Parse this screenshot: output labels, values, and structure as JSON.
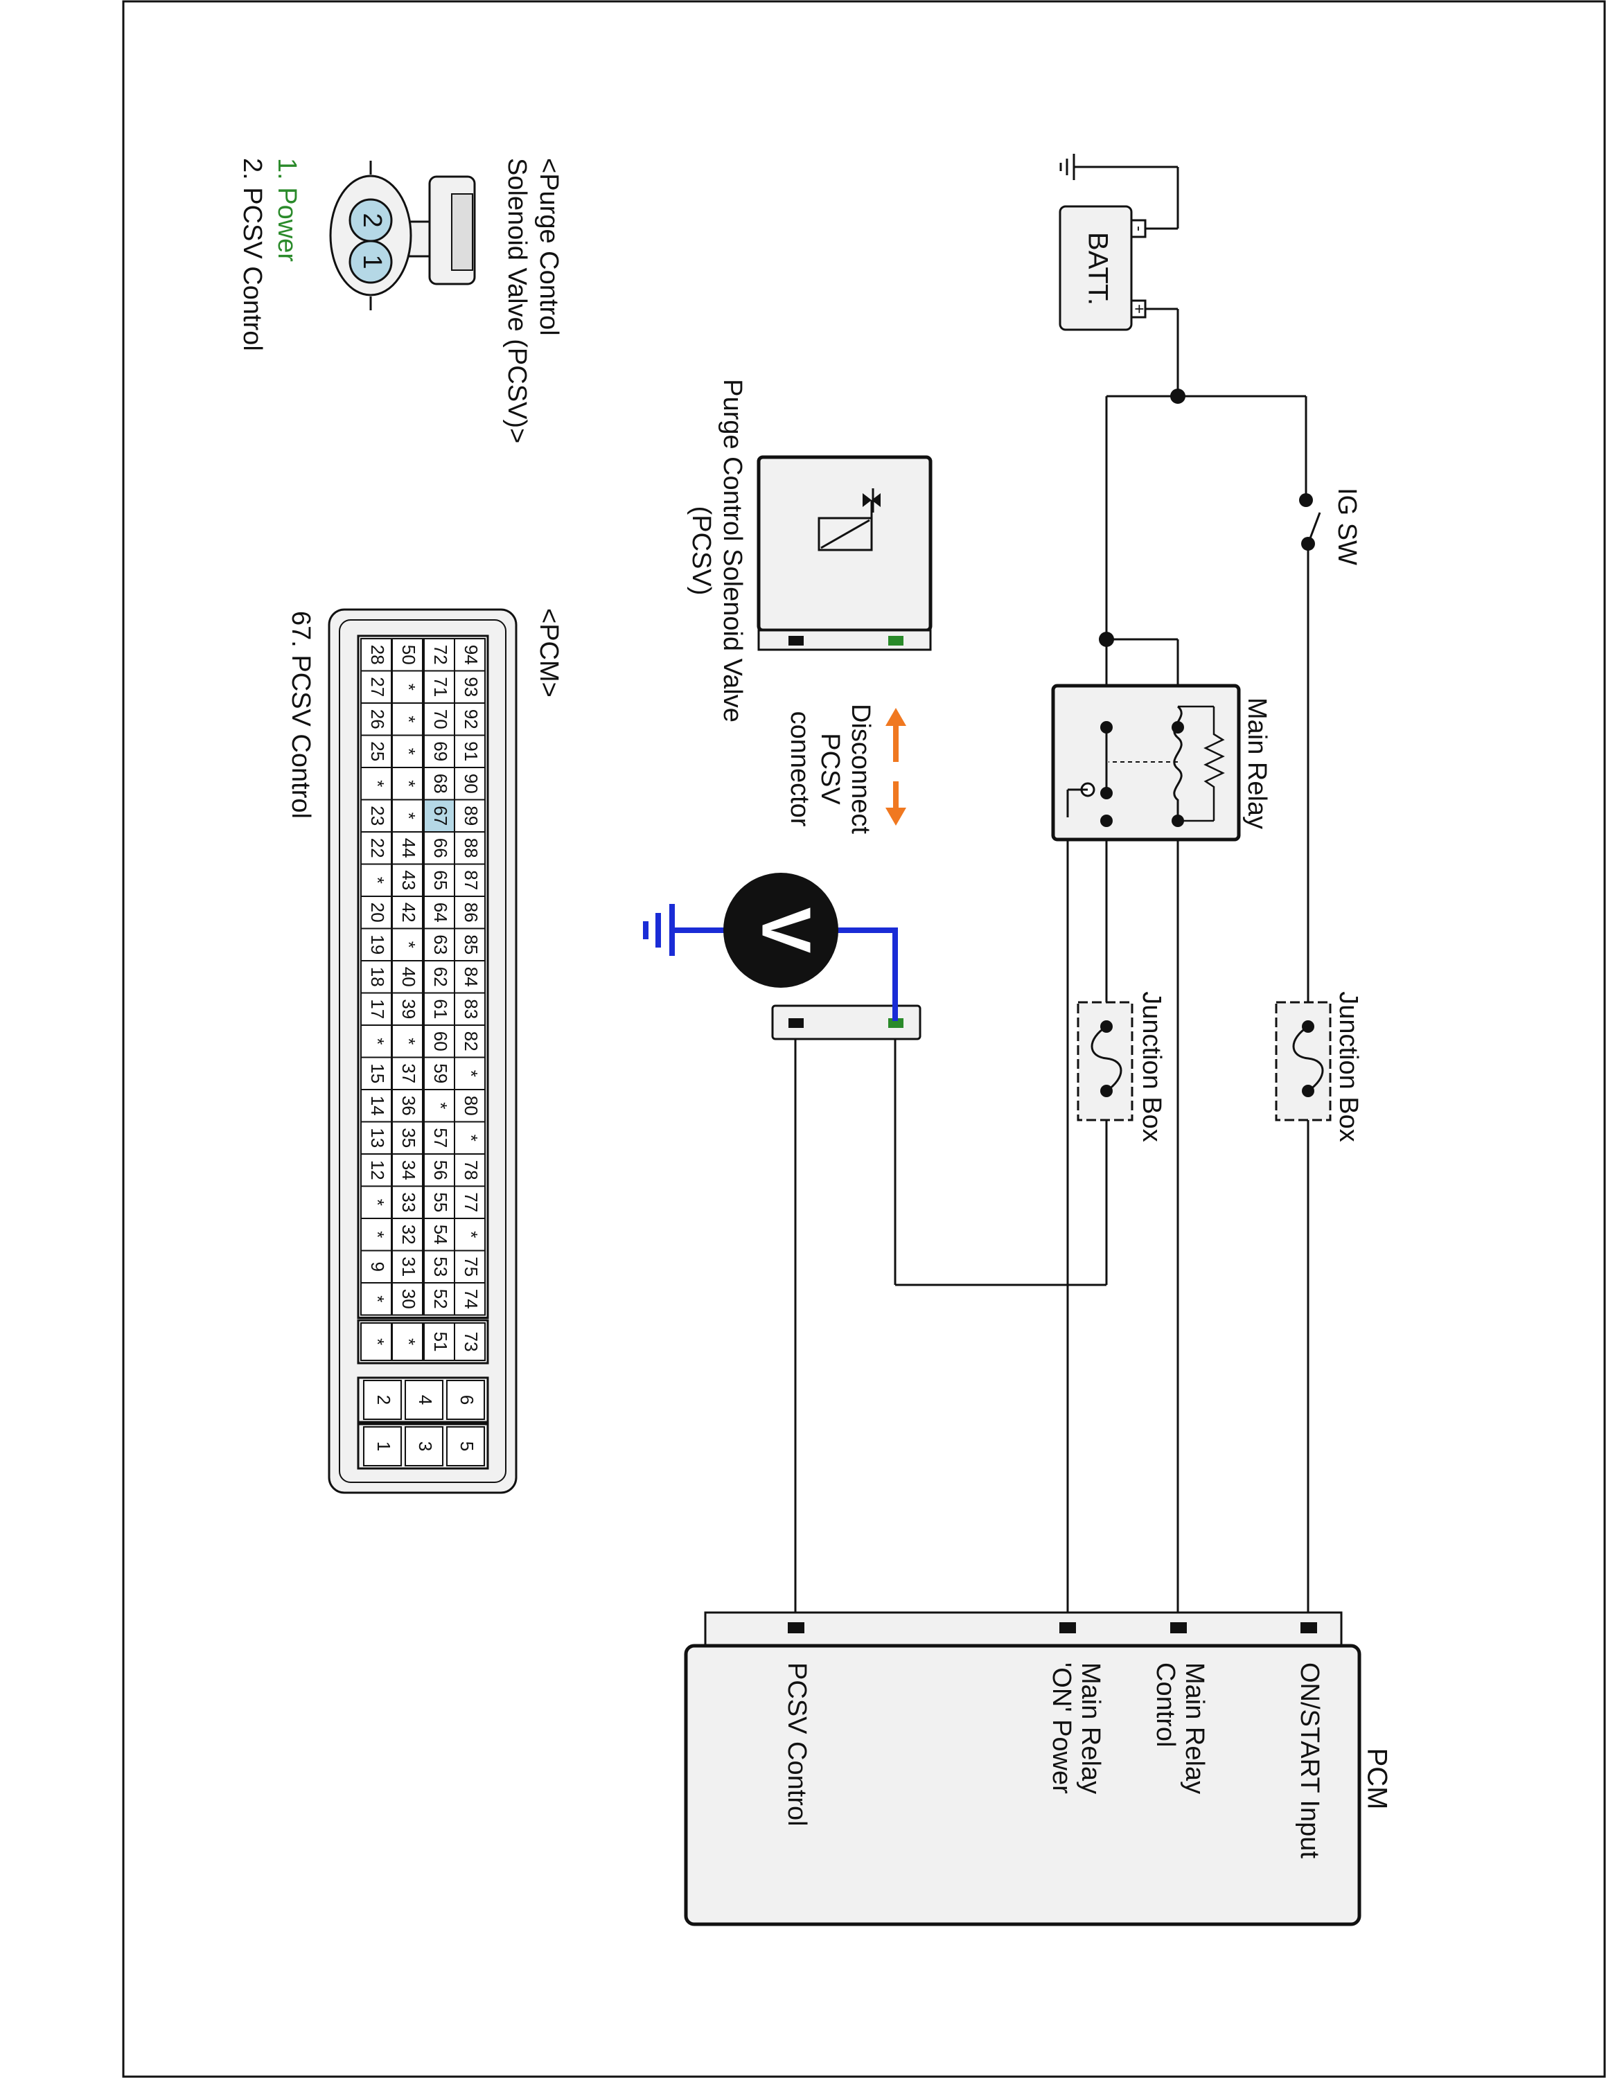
{
  "labels": {
    "batt": "BATT.",
    "batt_plus": "+",
    "batt_minus": "-",
    "ig_sw": "IG SW",
    "main_relay": "Main Relay",
    "junction_box_1": "Junction Box",
    "junction_box_2": "Junction Box",
    "disconnect_line1": "Disconnect",
    "disconnect_line2": "PCSV",
    "disconnect_line3": "connector",
    "pcsv_line1": "Purge Control Solenoid Valve",
    "pcsv_line2": "(PCSV)",
    "voltmeter": "V",
    "pcm_title": "PCM",
    "pcm_on_start": "ON/START Input",
    "pcm_relay_ctrl_1": "Main Relay",
    "pcm_relay_ctrl_2": "Control",
    "pcm_relay_on_1": "Main Relay",
    "pcm_relay_on_2": "'ON' Power",
    "pcm_pcsv_ctrl": "PCSV Control"
  },
  "pcsv_connector": {
    "title_line1": "<Purge Control",
    "title_line2": "Solenoid Valve (PCSV)>",
    "pins": [
      {
        "num": "1",
        "label": "1. Power"
      },
      {
        "num": "2",
        "label": "2. PCSV Control"
      }
    ]
  },
  "pcm_connector": {
    "title": "<PCM>",
    "caption": "67. PCSV Control",
    "highlight": "67",
    "main_rows": [
      [
        "94",
        "93",
        "92",
        "91",
        "90",
        "89",
        "88",
        "87",
        "86",
        "85",
        "84",
        "83",
        "82",
        "*",
        "80",
        "*",
        "78",
        "77",
        "*",
        "75",
        "74"
      ],
      [
        "72",
        "71",
        "70",
        "69",
        "68",
        "67",
        "66",
        "65",
        "64",
        "63",
        "62",
        "61",
        "60",
        "59",
        "*",
        "57",
        "56",
        "55",
        "54",
        "53",
        "52"
      ],
      [
        "50",
        "*",
        "*",
        "*",
        "*",
        "*",
        "44",
        "43",
        "42",
        "*",
        "40",
        "39",
        "*",
        "37",
        "36",
        "35",
        "34",
        "33",
        "32",
        "31",
        "30"
      ],
      [
        "28",
        "27",
        "26",
        "25",
        "*",
        "23",
        "22",
        "*",
        "20",
        "19",
        "18",
        "17",
        "*",
        "15",
        "14",
        "13",
        "12",
        "*",
        "*",
        "9",
        "*"
      ]
    ],
    "mid_block": [
      "73",
      "51",
      "*",
      "*"
    ],
    "small_block": [
      [
        "6",
        "4",
        "2"
      ],
      [
        "5",
        "3",
        "1"
      ]
    ]
  },
  "colors": {
    "power_pin": "#2a8a2a",
    "highlight_cell": "#b5d8e6",
    "probe_wire": "#1a2cd6",
    "arrow": "#f07820",
    "box_fill": "#f1f1f1"
  }
}
